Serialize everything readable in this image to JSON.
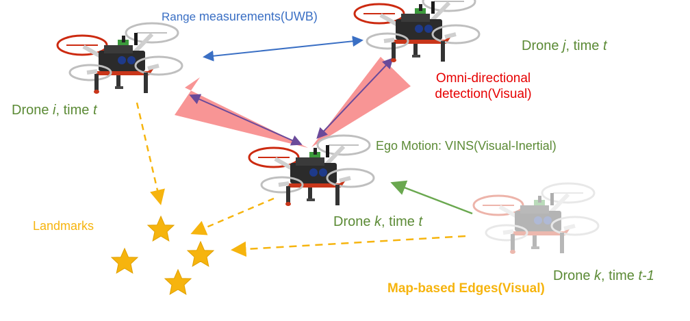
{
  "labels": {
    "range": "Range measurements(UWB)",
    "range_prefix": "Range ",
    "range_rest": "measurements(UWB)",
    "drone_j": {
      "prefix": "Drone ",
      "id": "j",
      "mid": ", time ",
      "time": "t"
    },
    "omni": "Omni-directional detection(Visual)",
    "drone_i": {
      "prefix": "Drone ",
      "id": "i",
      "mid": ", time ",
      "time": "t"
    },
    "ego": "Ego Motion: VINS(Visual-Inertial)",
    "landmarks": "Landmarks",
    "drone_k": {
      "prefix": "Drone ",
      "id": "k",
      "mid": ", time ",
      "time": "t"
    },
    "drone_k_prev": {
      "prefix": "Drone ",
      "id": "k",
      "mid": ", time ",
      "time": "t-1"
    },
    "map": "Map-based Edges(Visual)"
  },
  "colors": {
    "uwb": "#3a6fc4",
    "detection_cone": "#f78a8a",
    "detection_arrow": "#6a4a9a",
    "ego": "#6aa84f",
    "map_edge": "#f6b40e",
    "landmark": "#f6b40e",
    "label_green": "#5b8a35",
    "label_red": "#e60000"
  },
  "icons": [
    "drone-icon",
    "star-icon"
  ]
}
